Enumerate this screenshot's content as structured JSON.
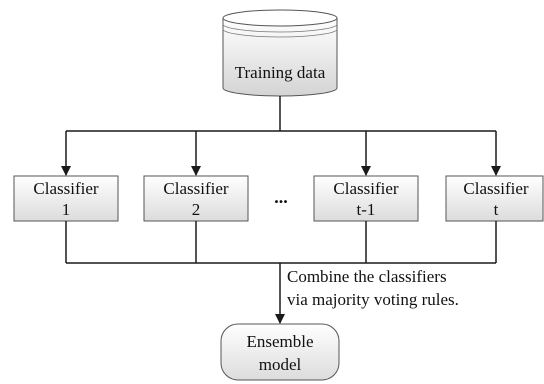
{
  "source": {
    "label": "Training data"
  },
  "classifiers": [
    {
      "line1": "Classifier",
      "line2": "1"
    },
    {
      "line1": "Classifier",
      "line2": "2"
    },
    {
      "line1": "Classifier",
      "line2": "t-1"
    },
    {
      "line1": "Classifier",
      "line2": "t"
    }
  ],
  "ellipsis": "...",
  "combine_note": {
    "line1": "Combine the classifiers",
    "line2": "via majority voting rules."
  },
  "output": {
    "line1": "Ensemble",
    "line2": "model"
  }
}
